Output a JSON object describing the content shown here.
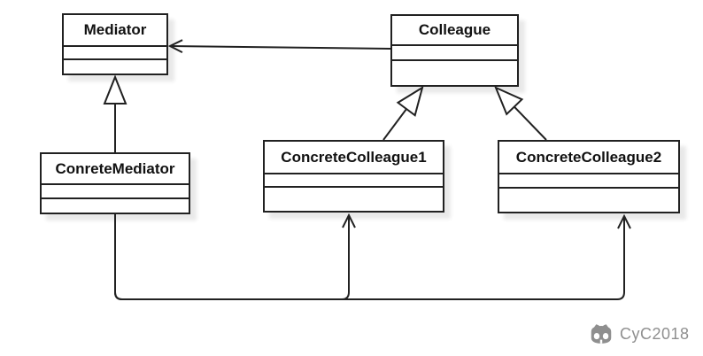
{
  "diagram": {
    "type": "uml-class-diagram",
    "pattern": "Mediator",
    "classes": [
      {
        "name": "Mediator",
        "attributes": "",
        "operations": ""
      },
      {
        "name": "Colleague",
        "attributes": "",
        "operations": ""
      },
      {
        "name": "ConreteMediator",
        "attributes": "",
        "operations": ""
      },
      {
        "name": "ConcreteColleague1",
        "attributes": "",
        "operations": ""
      },
      {
        "name": "ConcreteColleague2",
        "attributes": "",
        "operations": ""
      }
    ],
    "relationships": [
      {
        "from": "Colleague",
        "to": "Mediator",
        "type": "directed-association"
      },
      {
        "from": "ConreteMediator",
        "to": "Mediator",
        "type": "generalization"
      },
      {
        "from": "ConcreteColleague1",
        "to": "Colleague",
        "type": "generalization"
      },
      {
        "from": "ConcreteColleague2",
        "to": "Colleague",
        "type": "generalization"
      },
      {
        "from": "ConreteMediator",
        "to": "ConcreteColleague1",
        "type": "directed-association"
      },
      {
        "from": "ConreteMediator",
        "to": "ConcreteColleague2",
        "type": "directed-association"
      }
    ]
  },
  "watermark": {
    "icon": "github-octocat-icon",
    "text": "CyC2018"
  },
  "colors": {
    "line": "#212121",
    "box_background": "#ffffff",
    "canvas_background": "#ffffff",
    "watermark": "#8f8f8f"
  }
}
